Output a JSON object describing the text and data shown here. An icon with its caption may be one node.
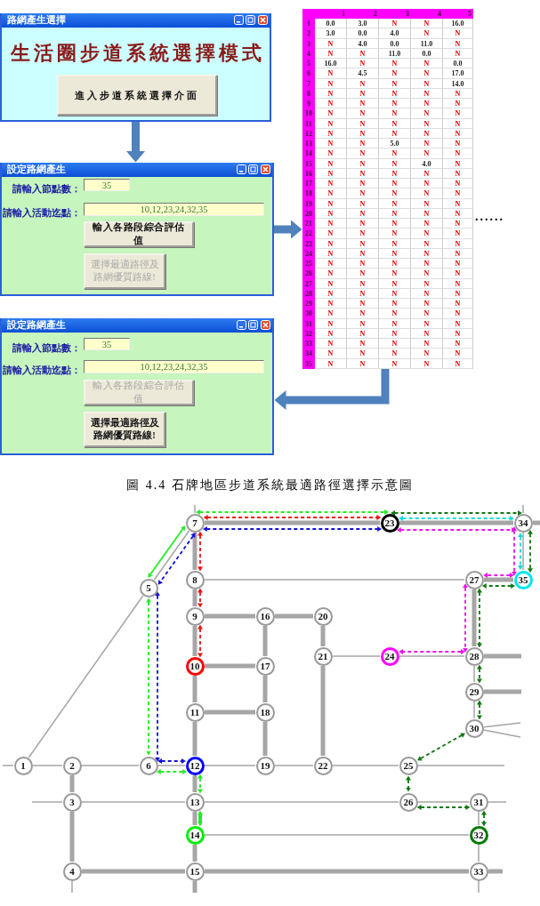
{
  "diagram": {
    "caption": "圖 4.4 石牌地區步道系統最適路徑選擇示意圖",
    "nodes": [
      {
        "text": [
          "路網產生選擇",
          "生活圈步道系統選擇模式"
        ]
      },
      {
        "text": [
          "進入步道系統選擇介面"
        ],
        "in": 0
      },
      {
        "text": [
          "設定路網產生",
          "請輸入節點數：",
          "請輸入活動迄點："
        ]
      },
      {
        "text": [
          "35"
        ],
        "in": 2
      },
      {
        "text": [
          "10,12,23,24,32,35"
        ],
        "in": 2
      },
      {
        "text": [
          "輸入各路段綜合評估值"
        ],
        "in": 2
      },
      {
        "text": [
          "選擇最適路徑及路網優質路線!"
        ],
        "in": 2
      },
      {
        "text": [
          "1",
          "2",
          "3",
          "4",
          "5",
          "1",
          "0.0",
          "3.0",
          "N",
          "N",
          "16.0",
          "2",
          "3.0",
          "0.0",
          "4.0",
          "N",
          "N",
          "3",
          "N",
          "4.0",
          "0.0",
          "11.0",
          "N",
          "4",
          "N",
          "N",
          "11.0",
          "0.0",
          "N",
          "5",
          "16.0",
          "N",
          "N",
          "N",
          "0.0",
          "6",
          "N",
          "4.5",
          "N",
          "N",
          "17.0",
          "7",
          "N",
          "N",
          "N",
          "N",
          "14.0",
          "8",
          "N",
          "N",
          "N",
          "N",
          "N",
          "9",
          "N",
          "N",
          "N",
          "N",
          "N",
          "10",
          "N",
          "N",
          "N",
          "N",
          "N",
          "11",
          "N",
          "N",
          "N",
          "N",
          "N",
          "12",
          "N",
          "N",
          "N",
          "N",
          "N",
          "13",
          "N",
          "N",
          "5.0",
          "N",
          "N",
          "14",
          "N",
          "N",
          "N",
          "N",
          "N",
          "15",
          "N",
          "N",
          "N",
          "4.0",
          "N",
          "16",
          "N",
          "N",
          "N",
          "N",
          "N",
          "17",
          "N",
          "N",
          "N",
          "N",
          "N",
          "18",
          "N",
          "N",
          "N",
          "N",
          "N",
          "19",
          "N",
          "N",
          "N",
          "N",
          "N",
          "20",
          "N",
          "N",
          "N",
          "N",
          "N",
          "21",
          "N",
          "N",
          "N",
          "N",
          "N",
          "22",
          "N",
          "N",
          "N",
          "N",
          "N",
          "23",
          "N",
          "N",
          "N",
          "N",
          "N",
          "24",
          "N",
          "N",
          "N",
          "N",
          "N",
          "25",
          "N",
          "N",
          "N",
          "N",
          "N",
          "26",
          "N",
          "N",
          "N",
          "N",
          "N",
          "27",
          "N",
          "N",
          "N",
          "N",
          "N",
          "28",
          "N",
          "N",
          "N",
          "N",
          "N",
          "29",
          "N",
          "N",
          "N",
          "N",
          "N",
          "30",
          "N",
          "N",
          "N",
          "N",
          "N",
          "31",
          "N",
          "N",
          "N",
          "N",
          "N",
          "32",
          "N",
          "N",
          "N",
          "N",
          "N",
          "33",
          "N",
          "N",
          "N",
          "N",
          "N",
          "34",
          "N",
          "N",
          "N",
          "N",
          "N",
          "35",
          "N",
          "N",
          "N",
          "N",
          "N"
        ],
        "beside": [
          "......"
        ]
      },
      {
        "text": [
          "設定路網產生",
          "請輸入節點數：",
          "請輸入活動迄點："
        ]
      },
      {
        "text": [
          "35"
        ],
        "in": 8
      },
      {
        "text": [
          "10,12,23,24,32,35"
        ],
        "in": 8
      },
      {
        "text": [
          "輸入各路段綜合評估值"
        ],
        "in": 8
      },
      {
        "text": [
          "選擇最適路徑及路網優質路線!"
        ],
        "in": 8
      },
      {
        "text": [
          "1"
        ]
      },
      {
        "text": [
          "2"
        ]
      },
      {
        "text": [
          "3"
        ]
      },
      {
        "text": [
          "4"
        ]
      },
      {
        "text": [
          "5"
        ]
      },
      {
        "text": [
          "6"
        ]
      },
      {
        "text": [
          "7"
        ]
      },
      {
        "text": [
          "8"
        ]
      },
      {
        "text": [
          "9"
        ]
      },
      {
        "text": [
          "10"
        ]
      },
      {
        "text": [
          "11"
        ]
      },
      {
        "text": [
          "12"
        ]
      },
      {
        "text": [
          "13"
        ]
      },
      {
        "text": [
          "14"
        ]
      },
      {
        "text": [
          "15"
        ]
      },
      {
        "text": [
          "16"
        ]
      },
      {
        "text": [
          "17"
        ]
      },
      {
        "text": [
          "18"
        ]
      },
      {
        "text": [
          "19"
        ]
      },
      {
        "text": [
          "20"
        ]
      },
      {
        "text": [
          "21"
        ]
      },
      {
        "text": [
          "22"
        ]
      },
      {
        "text": [
          "23"
        ]
      },
      {
        "text": [
          "24"
        ]
      },
      {
        "text": [
          "25"
        ]
      },
      {
        "text": [
          "26"
        ]
      },
      {
        "text": [
          "27"
        ]
      },
      {
        "text": [
          "28"
        ]
      },
      {
        "text": [
          "29"
        ]
      },
      {
        "text": [
          "30"
        ]
      },
      {
        "text": [
          "31"
        ]
      },
      {
        "text": [
          "32"
        ]
      },
      {
        "text": [
          "33"
        ]
      },
      {
        "text": [
          "34"
        ]
      },
      {
        "text": [
          "35"
        ]
      }
    ],
    "edges": [
      {
        "from": 0,
        "to": 2,
        "arrow": "to",
        "style": "thick",
        "color": "#4f81bd"
      },
      {
        "from": 2,
        "to": 7,
        "arrow": "to",
        "style": "thick",
        "color": "#4f81bd"
      },
      {
        "from": 7,
        "to": 8,
        "arrow": "to",
        "style": "thick",
        "color": "#4f81bd"
      },
      {
        "from": 13,
        "to": 14,
        "arrow": "none"
      },
      {
        "from": 14,
        "to": 18,
        "arrow": "none"
      },
      {
        "from": 18,
        "to": 24,
        "arrow": "none"
      },
      {
        "from": 24,
        "to": 31,
        "arrow": "none"
      },
      {
        "from": 31,
        "to": 34,
        "arrow": "none"
      },
      {
        "from": 34,
        "to": 37,
        "arrow": "none"
      },
      {
        "from": 13,
        "to": 17,
        "arrow": "none"
      },
      {
        "from": 17,
        "to": 19,
        "arrow": "none"
      },
      {
        "from": 14,
        "to": 15,
        "arrow": "none",
        "style": "thick"
      },
      {
        "from": 15,
        "to": 16,
        "arrow": "none",
        "style": "thick"
      },
      {
        "from": 15,
        "to": 25,
        "arrow": "none"
      },
      {
        "from": 25,
        "to": 38,
        "arrow": "none"
      },
      {
        "from": 38,
        "to": 43,
        "arrow": "none"
      },
      {
        "from": 16,
        "to": 27,
        "arrow": "none",
        "style": "thick"
      },
      {
        "from": 27,
        "to": 45,
        "arrow": "none",
        "style": "thick"
      },
      {
        "from": 26,
        "to": 44,
        "arrow": "none"
      },
      {
        "from": 24,
        "to": 25,
        "arrow": "none",
        "style": "thick"
      },
      {
        "from": 25,
        "to": 26,
        "arrow": "none",
        "style": "thick"
      },
      {
        "from": 26,
        "to": 27,
        "arrow": "none",
        "style": "thick"
      },
      {
        "from": 19,
        "to": 20,
        "arrow": "none",
        "style": "thick"
      },
      {
        "from": 20,
        "to": 21,
        "arrow": "none",
        "style": "thick"
      },
      {
        "from": 21,
        "to": 22,
        "arrow": "none",
        "style": "thick"
      },
      {
        "from": 22,
        "to": 23,
        "arrow": "none",
        "style": "thick"
      },
      {
        "from": 23,
        "to": 24,
        "arrow": "none",
        "style": "thick"
      },
      {
        "from": 21,
        "to": 28,
        "arrow": "none",
        "style": "thick"
      },
      {
        "from": 28,
        "to": 32,
        "arrow": "none",
        "style": "thick"
      },
      {
        "from": 28,
        "to": 29,
        "arrow": "none",
        "style": "thick"
      },
      {
        "from": 29,
        "to": 30,
        "arrow": "none",
        "style": "thick"
      },
      {
        "from": 30,
        "to": 31,
        "arrow": "none",
        "style": "thick"
      },
      {
        "from": 22,
        "to": 29,
        "arrow": "none",
        "style": "thick"
      },
      {
        "from": 23,
        "to": 30,
        "arrow": "none",
        "style": "thick"
      },
      {
        "from": 32,
        "to": 33,
        "arrow": "none",
        "style": "thick"
      },
      {
        "from": 33,
        "to": 34,
        "arrow": "none",
        "style": "thick"
      },
      {
        "from": 33,
        "to": 36,
        "arrow": "none"
      },
      {
        "from": 36,
        "to": 40,
        "arrow": "none"
      },
      {
        "from": 20,
        "to": 39,
        "arrow": "none"
      },
      {
        "from": 39,
        "to": 47,
        "arrow": "none",
        "style": "thick"
      },
      {
        "from": 39,
        "to": 40,
        "arrow": "none",
        "style": "thick"
      },
      {
        "from": 40,
        "to": 41,
        "arrow": "none"
      },
      {
        "from": 41,
        "to": 42,
        "arrow": "none"
      },
      {
        "from": 19,
        "to": 35,
        "arrow": "none",
        "style": "thick"
      },
      {
        "from": 35,
        "to": 46,
        "arrow": "none",
        "style": "thick"
      },
      {
        "from": 46,
        "to": 47,
        "arrow": "none"
      },
      {
        "from": 43,
        "to": 44,
        "arrow": "none"
      },
      {
        "from": 44,
        "to": 45,
        "arrow": "none"
      },
      {
        "from": 13,
        "to": null,
        "arrow": "none"
      },
      {
        "from": 37,
        "to": null,
        "arrow": "none"
      },
      {
        "from": 15,
        "to": null,
        "arrow": "none"
      },
      {
        "from": 43,
        "to": null,
        "arrow": "none"
      },
      {
        "from": 45,
        "to": null,
        "arrow": "none",
        "style": "thick"
      },
      {
        "from": 45,
        "to": null,
        "arrow": "none"
      },
      {
        "from": 27,
        "to": null,
        "arrow": "none",
        "style": "thick"
      },
      {
        "from": 16,
        "to": null,
        "arrow": "none"
      },
      {
        "from": 19,
        "to": null,
        "arrow": "none"
      },
      {
        "from": 40,
        "to": null,
        "arrow": "none",
        "style": "thick"
      },
      {
        "from": 41,
        "to": null,
        "arrow": "none",
        "style": "thick"
      },
      {
        "from": 42,
        "to": null,
        "arrow": "none"
      },
      {
        "from": 42,
        "to": null,
        "arrow": "none"
      },
      {
        "from": 46,
        "to": null,
        "arrow": "none"
      },
      {
        "from": 46,
        "to": null,
        "arrow": "none",
        "style": "thick"
      },
      {
        "from": 19,
        "to": 35,
        "arrow": "both",
        "style": "dashed",
        "color": "#22ee22"
      },
      {
        "from": 17,
        "to": 19,
        "arrow": "both",
        "color": "#22ee22"
      },
      {
        "from": 17,
        "to": 18,
        "arrow": "both",
        "style": "dashed",
        "color": "#22ee22"
      },
      {
        "from": 18,
        "to": 24,
        "arrow": "both",
        "style": "dashed",
        "color": "#22ee22"
      },
      {
        "from": 24,
        "to": 25,
        "arrow": "both",
        "style": "dashed",
        "color": "#22ee22"
      },
      {
        "from": 25,
        "to": 26,
        "arrow": "both",
        "style": "thick",
        "color": "#22ee22"
      },
      {
        "from": 19,
        "to": 35,
        "arrow": "both",
        "style": "dashed",
        "color": "#ee1111"
      },
      {
        "from": 19,
        "to": 20,
        "arrow": "both",
        "style": "dashed",
        "color": "#ee1111"
      },
      {
        "from": 20,
        "to": 21,
        "arrow": "both",
        "style": "dashed",
        "color": "#ee1111"
      },
      {
        "from": 21,
        "to": 22,
        "arrow": "both",
        "style": "dashed",
        "color": "#ee1111"
      },
      {
        "from": 19,
        "to": 35,
        "arrow": "both",
        "style": "dashed",
        "color": "#1111dd"
      },
      {
        "from": 19,
        "to": 17,
        "arrow": "both",
        "style": "dashed",
        "color": "#1111dd"
      },
      {
        "from": 17,
        "to": 18,
        "arrow": "both",
        "style": "dashed",
        "color": "#1111dd"
      },
      {
        "from": 18,
        "to": 24,
        "arrow": "both",
        "style": "dashed",
        "color": "#1111dd"
      },
      {
        "from": 35,
        "to": 46,
        "arrow": "both",
        "style": "dashed",
        "color": "#117711"
      },
      {
        "from": 46,
        "to": 47,
        "arrow": "both",
        "style": "dashed",
        "color": "#117711"
      },
      {
        "from": 47,
        "to": 39,
        "arrow": "both",
        "style": "dashed",
        "color": "#117711"
      },
      {
        "from": 39,
        "to": 40,
        "arrow": "both",
        "style": "dashed",
        "color": "#117711"
      },
      {
        "from": 40,
        "to": 41,
        "arrow": "both",
        "style": "dashed",
        "color": "#117711"
      },
      {
        "from": 41,
        "to": 42,
        "arrow": "both",
        "style": "dashed",
        "color": "#117711"
      },
      {
        "from": 42,
        "to": 37,
        "arrow": "both",
        "style": "dashed",
        "color": "#117711"
      },
      {
        "from": 37,
        "to": 38,
        "arrow": "both",
        "style": "dashed",
        "color": "#117711"
      },
      {
        "from": 38,
        "to": 43,
        "arrow": "both",
        "style": "dashed",
        "color": "#117711"
      },
      {
        "from": 43,
        "to": 44,
        "arrow": "both",
        "style": "dashed",
        "color": "#117711"
      },
      {
        "from": 35,
        "to": 46,
        "arrow": "both",
        "style": "dashed",
        "color": "#11dddd"
      },
      {
        "from": 46,
        "to": 47,
        "arrow": "both",
        "style": "dashed",
        "color": "#11dddd"
      },
      {
        "from": 35,
        "to": 46,
        "arrow": "both",
        "style": "dashed",
        "color": "#ee11ee"
      },
      {
        "from": 46,
        "to": 47,
        "arrow": "both",
        "style": "dashed",
        "color": "#ee11ee"
      },
      {
        "from": 47,
        "to": 39,
        "arrow": "both",
        "style": "dashed",
        "color": "#ee11ee"
      },
      {
        "from": 39,
        "to": 40,
        "arrow": "both",
        "style": "dashed",
        "color": "#ee11ee"
      },
      {
        "from": 40,
        "to": 36,
        "arrow": "both",
        "style": "dashed",
        "color": "#ee11ee"
      }
    ]
  }
}
